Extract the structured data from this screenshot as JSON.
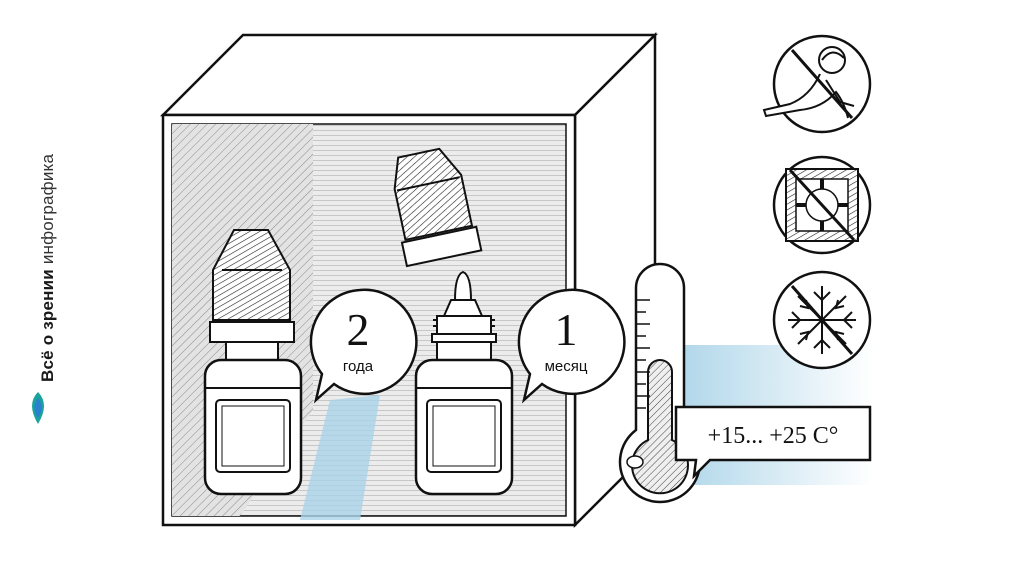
{
  "brand": {
    "name_bold": "Всё о зрении",
    "name_light": "инфографика",
    "colors": {
      "teal": "#1aa39a",
      "blue": "#2a7fd0"
    }
  },
  "bottles": [
    {
      "number": "2",
      "unit": "года"
    },
    {
      "number": "1",
      "unit": "месяц"
    }
  ],
  "temperature": "+15... +25 C°",
  "prohibitions": [
    {
      "icon": "no-children-icon"
    },
    {
      "icon": "no-sunlight-icon"
    },
    {
      "icon": "no-freezing-icon"
    }
  ],
  "colors": {
    "stroke": "#111111",
    "shade": "#e3e3e3",
    "accent": "#a9d3e8"
  }
}
